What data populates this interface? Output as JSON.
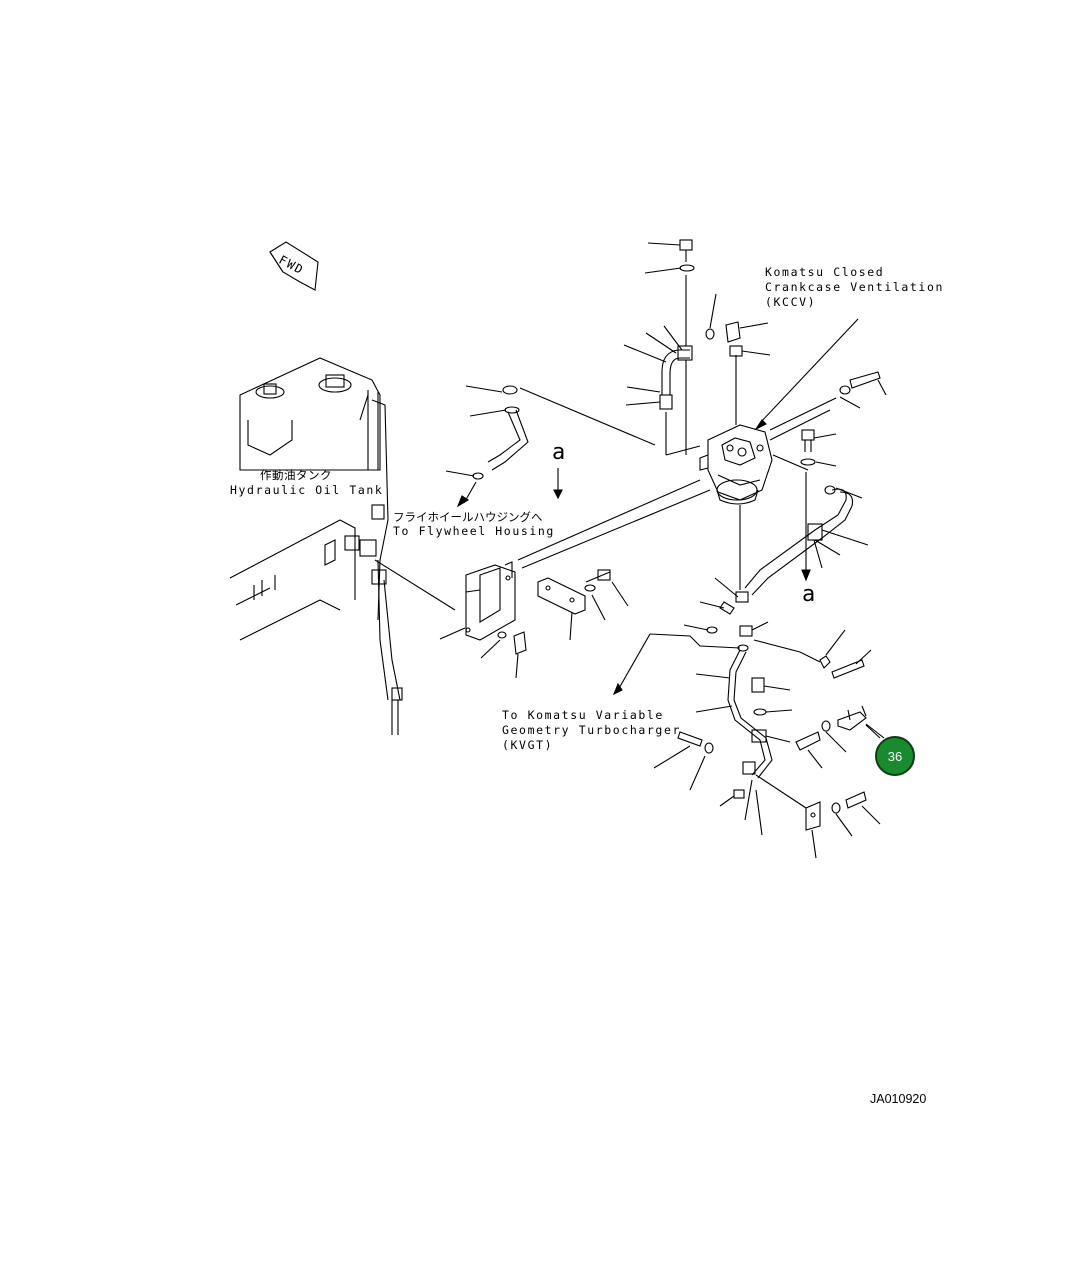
{
  "labels": {
    "fwd": "FWD",
    "kccv": [
      "Komatsu Closed",
      "Crankcase Ventilation",
      "(KCCV)"
    ],
    "tank_jp": "作動油タンク",
    "tank_en": "Hydraulic Oil Tank",
    "flywheel_jp": "フライホイールハウジングへ",
    "flywheel_en": "To Flywheel Housing",
    "kvgt": [
      "To Komatsu Variable",
      "Geometry Turbocharger",
      "(KVGT)"
    ],
    "section_a_top": "a",
    "section_a_bottom": "a"
  },
  "callout": {
    "number": "36",
    "color": "#1a8a2e"
  },
  "figure_id": "JA010920"
}
